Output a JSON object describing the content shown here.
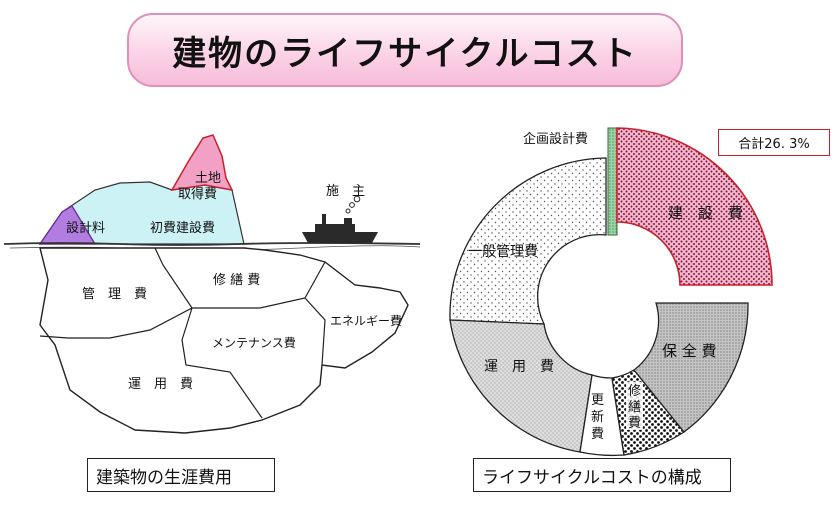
{
  "title": "建物のライフサイクルコスト",
  "iceberg": {
    "labels": {
      "land": [
        "土地",
        "取得費"
      ],
      "design": "設計料",
      "initial": "初費建設費",
      "ship": "施　主",
      "management": "管　理　費",
      "repair": "修 繕 費",
      "energy": "エネルギー費",
      "maintenance": "メンテナンス費",
      "operation": "運　用　費"
    },
    "caption": "建築物の生涯費用"
  },
  "donut": {
    "labels": {
      "planning": "企画設計費",
      "construction": "建　設　費",
      "general": "一般管理費",
      "preservation": "保 全 費",
      "operation": "運　用　費",
      "renewal": [
        "更",
        "新",
        "費"
      ],
      "repair": [
        "修",
        "繕",
        "費"
      ]
    },
    "total": "合計26. 3%",
    "caption": "ライフサイクルコストの構成"
  },
  "colors": {
    "pink": "#f2a0c4",
    "cyan": "#ccf2f6",
    "purple": "#b27de0",
    "red": "#c8202a",
    "green": "#7dbb8a"
  }
}
